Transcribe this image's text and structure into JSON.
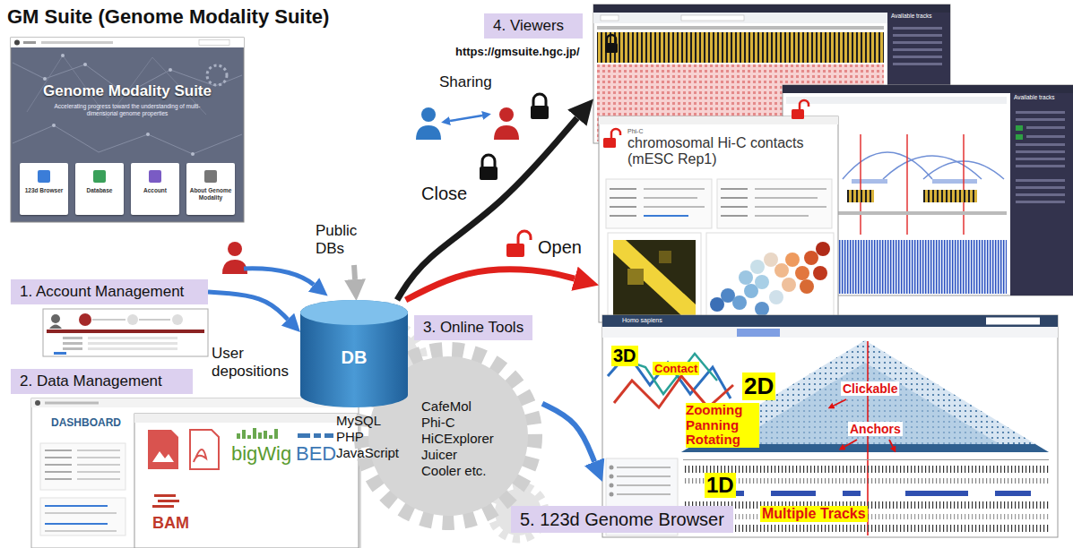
{
  "diagram": {
    "title": "GM Suite (Genome Modality Suite)",
    "nodes": [
      {
        "text": [
          "Genome Modality Suite",
          "Accelerating progress toward the understanding of multi-dimensional genome properties"
        ]
      },
      {
        "text": [
          "123d Browser"
        ],
        "in": 0
      },
      {
        "text": [
          "Database"
        ],
        "in": 0
      },
      {
        "text": [
          "Account"
        ],
        "in": 0
      },
      {
        "text": [
          "About Genome Modality"
        ],
        "in": 0
      },
      {
        "text": [
          "4. Viewers"
        ]
      },
      {
        "text": [
          "Available tracks"
        ]
      },
      {
        "text": [
          "Available tracks"
        ]
      },
      {
        "text": [
          "Phi-C",
          "chromosomal Hi-C contacts (mESC Rep1)"
        ]
      },
      {
        "text": [
          "1. Account Management"
        ]
      },
      {
        "text": [
          "2. Data Management"
        ]
      },
      {
        "text": [
          "DASHBOARD"
        ]
      },
      {
        "text": [
          "DB",
          "MySQL PHP JavaScript"
        ]
      },
      {
        "text": [
          "3. Online Tools"
        ]
      },
      {
        "text": [
          "CafeMol Phi-C HiCExplorer Juicer Cooler etc."
        ]
      },
      {
        "text": [
          "Homo sapiens"
        ]
      },
      {
        "text": [
          "5. 123d Genome Browser"
        ]
      }
    ],
    "edges": [
      {
        "from": 9,
        "to": 12,
        "arrow": "to",
        "label": "User depositions"
      },
      {
        "from": 12,
        "to": 6,
        "arrow": "to",
        "label": "Close"
      },
      {
        "from": 12,
        "to": 8,
        "arrow": "to",
        "label": "Open"
      },
      {
        "from": 14,
        "to": 15,
        "arrow": "to"
      }
    ],
    "labels": [
      "https://gmsuite.hgc.jp/",
      "Sharing",
      "Public DBs",
      "bigWig",
      "BED",
      "BAM",
      "3D",
      "Contact",
      "2D",
      "Clickable",
      "Zooming Panning Rotating",
      "Anchors",
      "1D",
      "Multiple Tracks"
    ]
  }
}
